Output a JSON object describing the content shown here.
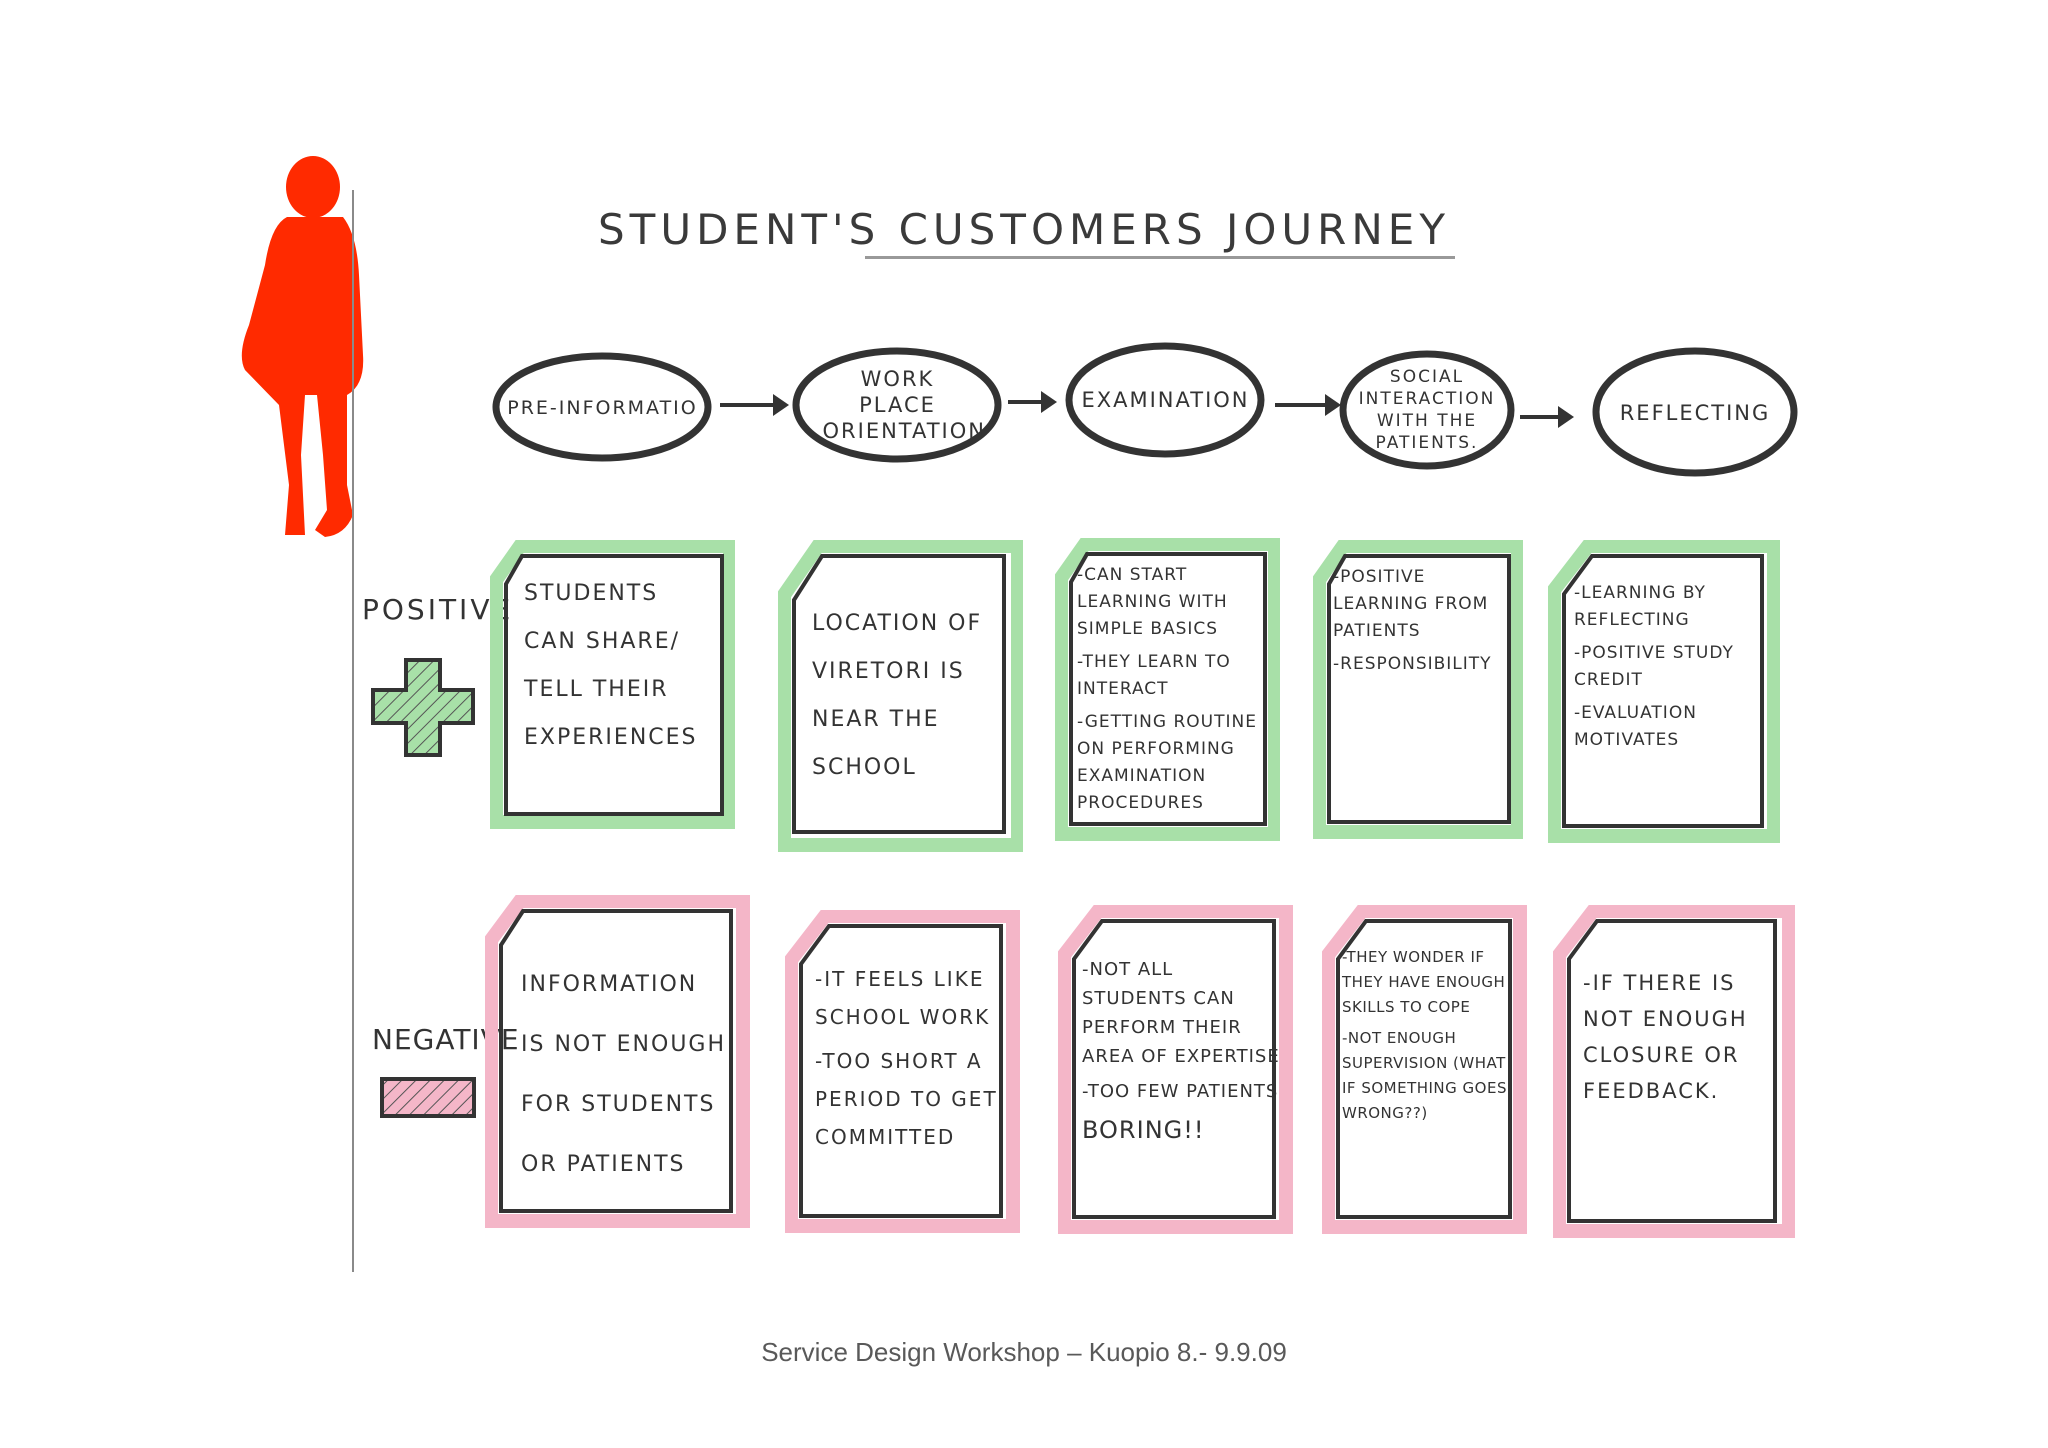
{
  "title": "Student's Customers Journey",
  "stages": [
    {
      "label": "Pre-Informatio"
    },
    {
      "label": "Work Place Orientation"
    },
    {
      "label": "Examination"
    },
    {
      "label": "Social Interaction with the patients."
    },
    {
      "label": "Reflecting"
    }
  ],
  "positive": {
    "label": "Positive",
    "cards": [
      {
        "lines": [
          "Students can share/ Tell their experiences"
        ]
      },
      {
        "lines": [
          "Location of Viretori is near the school"
        ]
      },
      {
        "lines": [
          "-Can start learning with simple basics",
          "-They learn to interact",
          "-Getting routine on performing examination procedures"
        ]
      },
      {
        "lines": [
          "-Positive learning from patients",
          "-Responsibility"
        ]
      },
      {
        "lines": [
          "-Learning by reflecting",
          "-Positive study credit",
          "-Evaluation motivates"
        ]
      }
    ]
  },
  "negative": {
    "label": "Negative",
    "cards": [
      {
        "lines": [
          "Information is not enough for students or patients"
        ]
      },
      {
        "lines": [
          "-It feels like school work",
          "-Too short a period to get committed"
        ]
      },
      {
        "lines": [
          "-Not all students can perform their area of expertise",
          "-Too few patients",
          "Boring!!"
        ]
      },
      {
        "lines": [
          "-They wonder if they have enough skills to cope",
          "-Not enough supervision (what if something goes wrong??)"
        ]
      },
      {
        "lines": [
          "-If there is not enough closure or feedback."
        ]
      }
    ]
  },
  "colors": {
    "person": "#ff2a00",
    "positive_highlight": "#a8e0a8",
    "negative_highlight": "#f4b6c8",
    "ink": "#333333"
  },
  "footer": "Service Design Workshop – Kuopio 8.- 9.9.09"
}
